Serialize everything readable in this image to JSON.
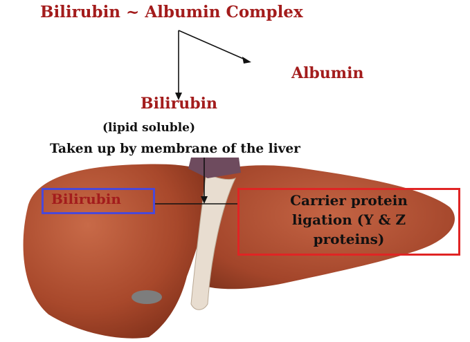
{
  "labels": {
    "title": "Bilirubin ~ Albumin Complex",
    "albumin": "Albumin",
    "bilirubin_mid": "Bilirubin",
    "lipid_soluble": "(lipid soluble)",
    "taken_up": "Taken up by membrane of the liver",
    "bilirubin_box": "Bilirubin",
    "carrier_lines": [
      "Carrier protein",
      "ligation (Y & Z",
      "proteins)"
    ]
  },
  "colors": {
    "label_red": "#a31c1c",
    "text_black": "#111111",
    "blue_box": "#4a48d8",
    "red_box": "#e02424",
    "liver": "#a8482b"
  },
  "icons": {
    "liver": "liver-illustration"
  }
}
